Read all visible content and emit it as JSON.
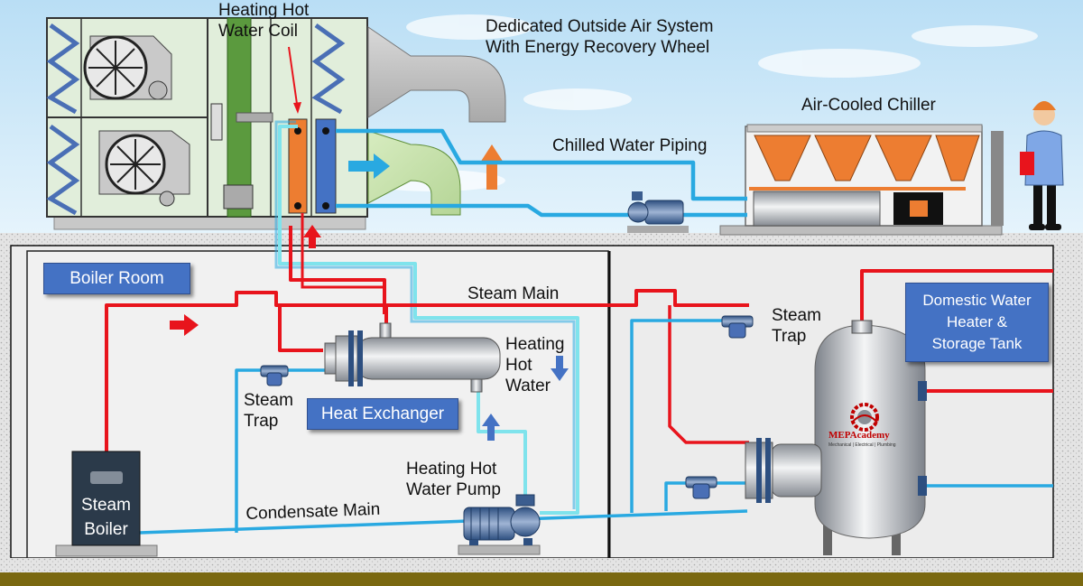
{
  "labels": {
    "heating_hot_water_coil": "Heating Hot\nWater Coil",
    "doas": "Dedicated Outside Air System\nWith Energy Recovery Wheel",
    "air_cooled_chiller": "Air-Cooled Chiller",
    "chilled_water_piping": "Chilled Water Piping",
    "steam_main": "Steam Main",
    "steam_trap_right": "Steam\nTrap",
    "steam_trap_left": "Steam\nTrap",
    "heating_hot_water": "Heating\nHot\nWater",
    "heating_hot_water_pump": "Heating Hot\nWater Pump",
    "condensate_main": "Condensate Main"
  },
  "boxes": {
    "boiler_room": "Boiler Room",
    "heat_exchanger": "Heat Exchanger",
    "domestic_water_heater": "Domestic Water\nHeater &\nStorage Tank"
  },
  "equipment": {
    "steam_boiler": "Steam\nBoiler"
  },
  "logo": {
    "name": "MEPAcademy",
    "tagline": "Mechanical | Electrical | Plumbing"
  },
  "colors": {
    "steam": "#e8141c",
    "chilled_water": "#29a9e1",
    "heating_hot_water": "#7fe3ec",
    "label_box": "#4472c4",
    "sky": "#cfe8f8"
  }
}
